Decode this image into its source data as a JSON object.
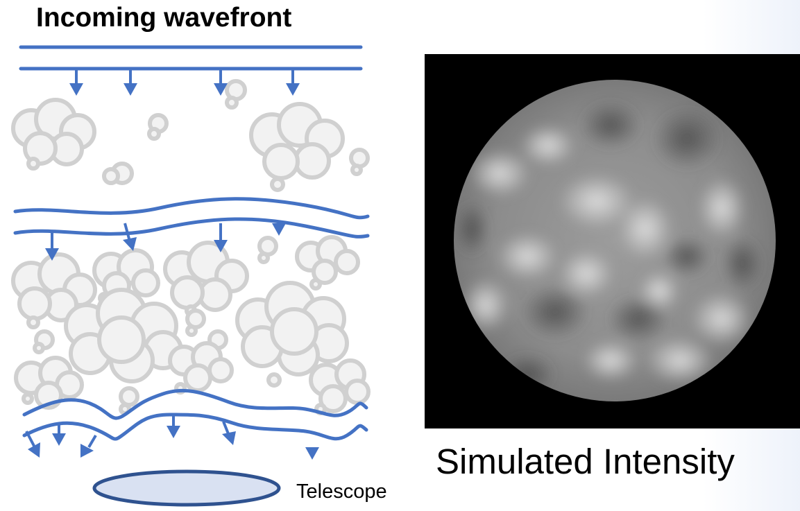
{
  "title": "Incoming wavefront",
  "telescope_label": "Telescope",
  "intensity_label": "Simulated Intensity",
  "colors": {
    "wavefront": "#4472c4",
    "cloud_fill": "#f2f2f2",
    "cloud_stroke": "#d0d0d0",
    "telescope_fill": "#d9e1f2",
    "telescope_stroke": "#2f528f",
    "image_bg": "#000000"
  }
}
